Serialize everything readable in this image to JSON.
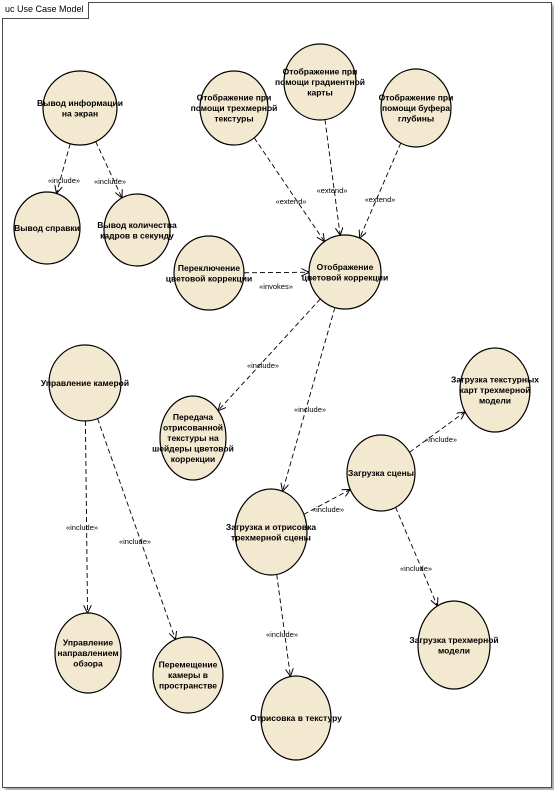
{
  "diagram": {
    "title": "uc Use Case Model",
    "colors": {
      "usecase_fill": "#f3e8d0",
      "stroke": "#000000"
    },
    "nodes": [
      {
        "id": "output_info",
        "lines": [
          "Вывод информации",
          "на экран"
        ]
      },
      {
        "id": "help",
        "lines": [
          "Вывод справки"
        ]
      },
      {
        "id": "fps",
        "lines": [
          "Вывод количества",
          "кадров в секунду"
        ]
      },
      {
        "id": "tex3d",
        "lines": [
          "Отображение при",
          "помощи трехмерной",
          "текстуры"
        ]
      },
      {
        "id": "gradmap",
        "lines": [
          "Отображение при",
          "помощи градиентной",
          "карты"
        ]
      },
      {
        "id": "depthbuf",
        "lines": [
          "Отображение при",
          "помощи буфера",
          "глубины"
        ]
      },
      {
        "id": "switch_cc",
        "lines": [
          "Переключение",
          "цветовой коррекции"
        ]
      },
      {
        "id": "display_cc",
        "lines": [
          "Отображение",
          "цветовой коррекции"
        ]
      },
      {
        "id": "camera",
        "lines": [
          "Управление камерой"
        ]
      },
      {
        "id": "pass_tex",
        "lines": [
          "Передача",
          "отрисованной",
          "текстуры на",
          "шейдеры цветовой",
          "коррекции"
        ]
      },
      {
        "id": "load_tex",
        "lines": [
          "Загрузка текстурных",
          "карт трехмерной",
          "модели"
        ]
      },
      {
        "id": "load_scene",
        "lines": [
          "Загрузка сцены"
        ]
      },
      {
        "id": "load_render",
        "lines": [
          "Загрузка и отрисовка",
          "трехмерной сцены"
        ]
      },
      {
        "id": "view_dir",
        "lines": [
          "Управление",
          "направлением",
          "обзора"
        ]
      },
      {
        "id": "cam_move",
        "lines": [
          "Перемещение",
          "камеры в",
          "пространстве"
        ]
      },
      {
        "id": "load_model",
        "lines": [
          "Загрузка трехмерной",
          "модели"
        ]
      },
      {
        "id": "render_tex",
        "lines": [
          "Отрисовка в текстуру"
        ]
      }
    ],
    "edges": [
      {
        "from": "output_info",
        "to": "help",
        "label": "«include»"
      },
      {
        "from": "output_info",
        "to": "fps",
        "label": "«include»"
      },
      {
        "from": "tex3d",
        "to": "display_cc",
        "label": "«extend»"
      },
      {
        "from": "gradmap",
        "to": "display_cc",
        "label": "«extend»"
      },
      {
        "from": "depthbuf",
        "to": "display_cc",
        "label": "«extend»"
      },
      {
        "from": "switch_cc",
        "to": "display_cc",
        "label": "«invokes»"
      },
      {
        "from": "display_cc",
        "to": "pass_tex",
        "label": "«include»"
      },
      {
        "from": "display_cc",
        "to": "load_render",
        "label": "«include»"
      },
      {
        "from": "camera",
        "to": "view_dir",
        "label": "«include»"
      },
      {
        "from": "camera",
        "to": "cam_move",
        "label": "«include»"
      },
      {
        "from": "load_render",
        "to": "load_scene",
        "label": "«include»"
      },
      {
        "from": "load_scene",
        "to": "load_tex",
        "label": "«include»"
      },
      {
        "from": "load_scene",
        "to": "load_model",
        "label": "«include»"
      },
      {
        "from": "load_render",
        "to": "render_tex",
        "label": "«include»"
      }
    ]
  }
}
